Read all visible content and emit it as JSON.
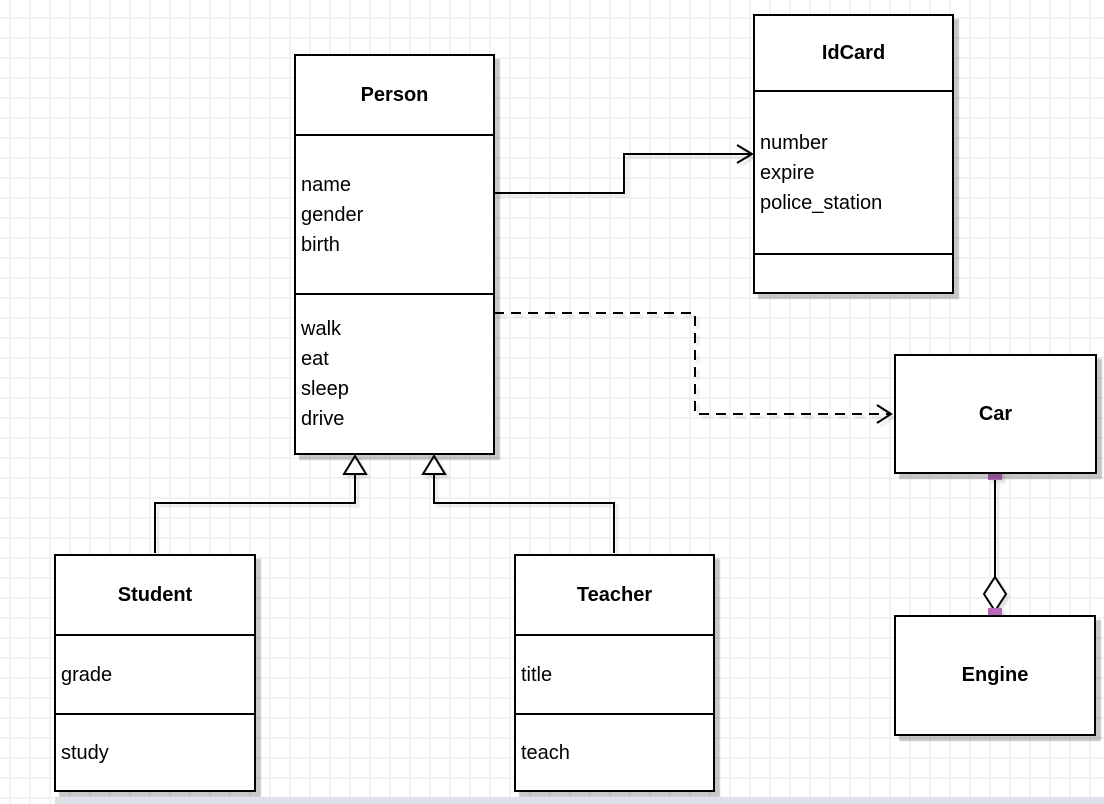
{
  "diagram": {
    "classes": {
      "person": {
        "title": "Person",
        "attributes": [
          "name",
          "gender",
          "birth"
        ],
        "methods": [
          "walk",
          "eat",
          "sleep",
          "drive"
        ]
      },
      "idcard": {
        "title": "IdCard",
        "attributes": [
          "number",
          "expire",
          "police_station"
        ],
        "methods": []
      },
      "car": {
        "title": "Car"
      },
      "engine": {
        "title": "Engine"
      },
      "student": {
        "title": "Student",
        "attributes": [
          "grade"
        ],
        "methods": [
          "study"
        ]
      },
      "teacher": {
        "title": "Teacher",
        "attributes": [
          "title"
        ],
        "methods": [
          "teach"
        ]
      }
    },
    "relations": [
      {
        "from": "Person",
        "to": "IdCard",
        "type": "association",
        "line": "solid",
        "arrow": "open"
      },
      {
        "from": "Person",
        "to": "Car",
        "type": "dependency",
        "line": "dashed",
        "arrow": "open"
      },
      {
        "from": "Student",
        "to": "Person",
        "type": "generalization",
        "line": "solid",
        "arrow": "hollow-triangle"
      },
      {
        "from": "Teacher",
        "to": "Person",
        "type": "generalization",
        "line": "solid",
        "arrow": "hollow-triangle"
      },
      {
        "from": "Car",
        "to": "Engine",
        "type": "aggregation",
        "line": "solid",
        "arrow": "hollow-diamond"
      }
    ]
  },
  "colors": {
    "connection_marker": "#b768b9",
    "line": "#000000",
    "grid_line": "#f2f2f4",
    "canvas_background": "#ffffff"
  }
}
